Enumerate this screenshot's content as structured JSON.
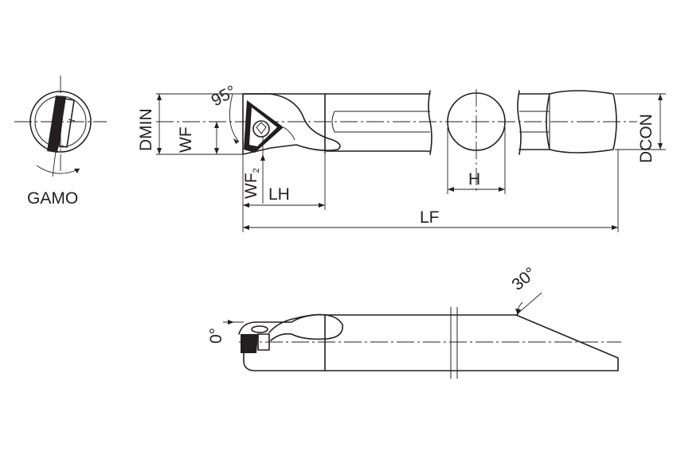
{
  "labels": {
    "gamo": "GAMO",
    "dmin": "DMIN",
    "wf": "WF",
    "wf2_main": "WF",
    "wf2_sub": "2",
    "angle_95": "95°",
    "lh": "LH",
    "h": "H",
    "lf": "LF",
    "dcon": "DCON",
    "angle_0": "0°",
    "angle_30": "30°"
  },
  "colors": {
    "line": "#231f20",
    "background": "#ffffff"
  }
}
